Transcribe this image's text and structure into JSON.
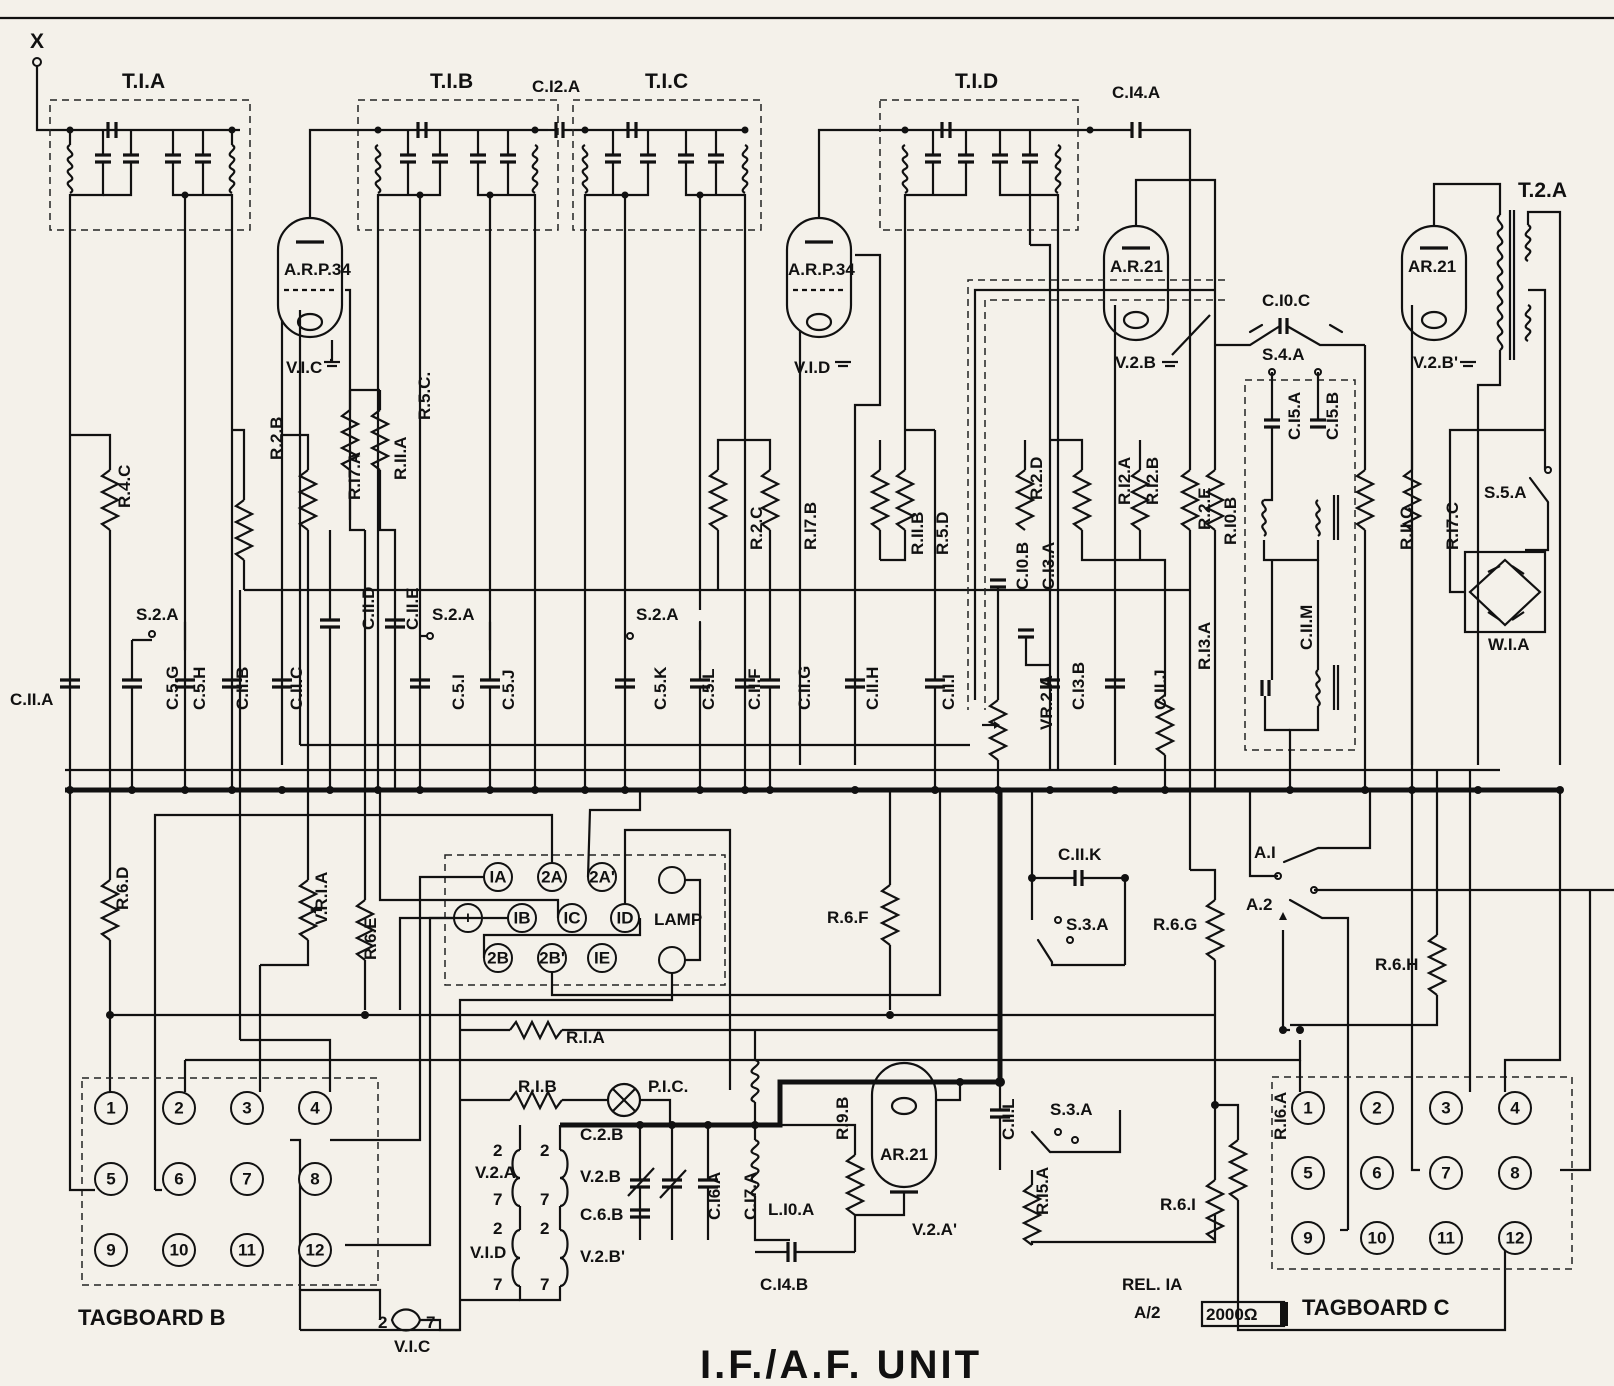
{
  "title": "I.F./A.F. UNIT",
  "antenna_label": "X",
  "transformers": [
    {
      "id": "t1a",
      "label": "T.I.A"
    },
    {
      "id": "t1b",
      "label": "T.I.B"
    },
    {
      "id": "t1c",
      "label": "T.I.C"
    },
    {
      "id": "t1d",
      "label": "T.I.D"
    },
    {
      "id": "t2a",
      "label": "T.2.A"
    }
  ],
  "valves": [
    {
      "id": "v1c",
      "type": "A.R.P.34",
      "ref": "V.I.C"
    },
    {
      "id": "v1d",
      "type": "A.R.P.34",
      "ref": "V.I.D"
    },
    {
      "id": "v2b",
      "type": "A.R.21",
      "ref": "V.2.B"
    },
    {
      "id": "v2b2",
      "type": "AR.21",
      "ref": "V.2.B'"
    },
    {
      "id": "v2a2",
      "type": "AR.21",
      "ref": "V.2.A'"
    }
  ],
  "labels": {
    "c12a": "C.I2.A",
    "c14a": "C.I4.A",
    "c10c": "C.I0.C",
    "s4a": "S.4.A",
    "c15a": "C.I5.A",
    "c15b": "C.I5.B",
    "c11m": "C.II.M",
    "s5a": "S.5.A",
    "w1a": "W.I.A",
    "r4c": "R.4.C",
    "r2b": "R.2.B",
    "r17a": "R.I7.A",
    "r11a": "R.II.A",
    "r5c": "R.5.C.",
    "r2c": "R.2.C",
    "r17b": "R.I7.B",
    "r11b": "R.II.B",
    "r5d": "R.5.D",
    "r2d": "R.2.D",
    "c10b": "C.I0.B",
    "c13a": "C.I3.A",
    "r12a": "R.I2.A",
    "r12b": "R.I2.B",
    "r2e": "R.2.E",
    "r10b": "R.I0.B",
    "r11c": "R.II.C",
    "r17c": "R.I7.C",
    "c11a": "C.II.A",
    "c5g": "C.5.G",
    "c5h": "C.5.H",
    "c11b": "C.II.B",
    "c11c": "C.II.C",
    "c11d": "C.II.D",
    "c11e": "C.II.E",
    "c5i": "C.5.I",
    "c5j": "C.5.J",
    "c5k": "C.5.K",
    "c5l": "C.5.L",
    "c11f": "C.II.F",
    "c11g": "C.II.G",
    "c11h": "C.II.H",
    "c11i": "C.II.I",
    "vr2a": "VR.2.A",
    "c13b": "C.I3.B",
    "c11j": "C.II.J",
    "r13a": "R.I3.A",
    "s2a1": "S.2.A",
    "s2a2": "S.2.A",
    "s2a3": "S.2.A",
    "r6d": "R.6.D",
    "vr1a": "V.R.I.A",
    "r6e": "R.6.E",
    "r6f": "R.6.F",
    "c11k": "C.II.K",
    "s3a1": "S.3.A",
    "r6g": "R.6.G",
    "a1": "A.I",
    "a2": "A.2",
    "r6h": "R.6.H",
    "r1a": "R.I.A",
    "r1b": "R.I.B",
    "pic": "P.I.C.",
    "c2b": "C.2.B",
    "c6b": "C.6.B",
    "c16a": "C.I6.A",
    "c17a": "C.I7.A",
    "l10a": "L.I0.A",
    "r9b": "R.9.B",
    "c11l": "C.II.L",
    "s3a2": "S.3.A",
    "r15a": "R.I5.A",
    "c14b": "C.I4.B",
    "r61": "R.6.I",
    "r16a": "R.I6.A",
    "fil_v2a": "V.2.A",
    "fil_v2b": "V.2.B",
    "fil_v1d": "V.I.D",
    "fil_v2b2": "V.2.B'",
    "fil_v1c": "V.I.C",
    "rel": "REL. IA",
    "rel_sub": "A/2",
    "rel_val": "2000Ω"
  },
  "filament_pins": {
    "top": "2",
    "bottom": "7"
  },
  "plug_panel": {
    "row1": [
      "IA",
      "2A",
      "2A'"
    ],
    "row2": [
      "+",
      "IB",
      "IC",
      "ID"
    ],
    "row3": [
      "2B",
      "2B'",
      "IE"
    ],
    "lamp": "LAMP"
  },
  "tagboard_b": {
    "name": "TAGBOARD B",
    "tags": [
      "1",
      "2",
      "3",
      "4",
      "5",
      "6",
      "7",
      "8",
      "9",
      "10",
      "11",
      "12"
    ]
  },
  "tagboard_c": {
    "name": "TAGBOARD C",
    "tags": [
      "1",
      "2",
      "3",
      "4",
      "5",
      "6",
      "7",
      "8",
      "9",
      "10",
      "11",
      "12"
    ]
  }
}
